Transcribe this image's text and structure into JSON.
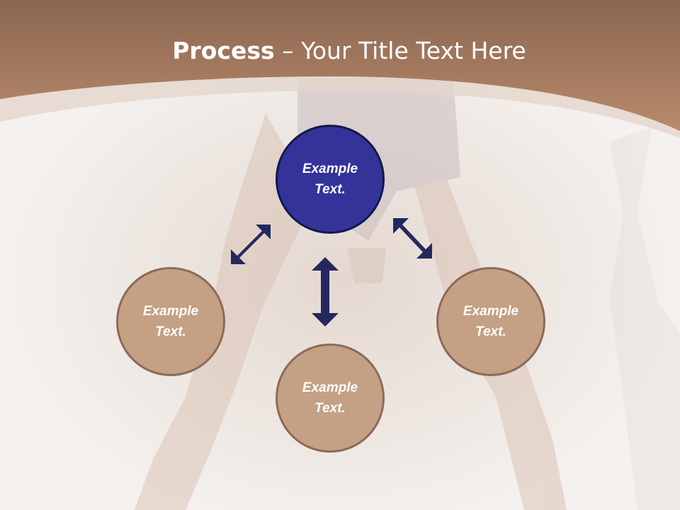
{
  "slide": {
    "title_bold": "Process",
    "title_rest": " – Your Title Text Here"
  },
  "colors": {
    "header": "#a77b5f",
    "hub_fill": "#333399",
    "node_fill": "#c4a084",
    "arrow": "#24285e"
  },
  "diagram": {
    "hub": {
      "label": "Example\nText."
    },
    "nodes": [
      {
        "label": "Example\nText."
      },
      {
        "label": "Example\nText."
      },
      {
        "label": "Example\nText."
      }
    ]
  }
}
